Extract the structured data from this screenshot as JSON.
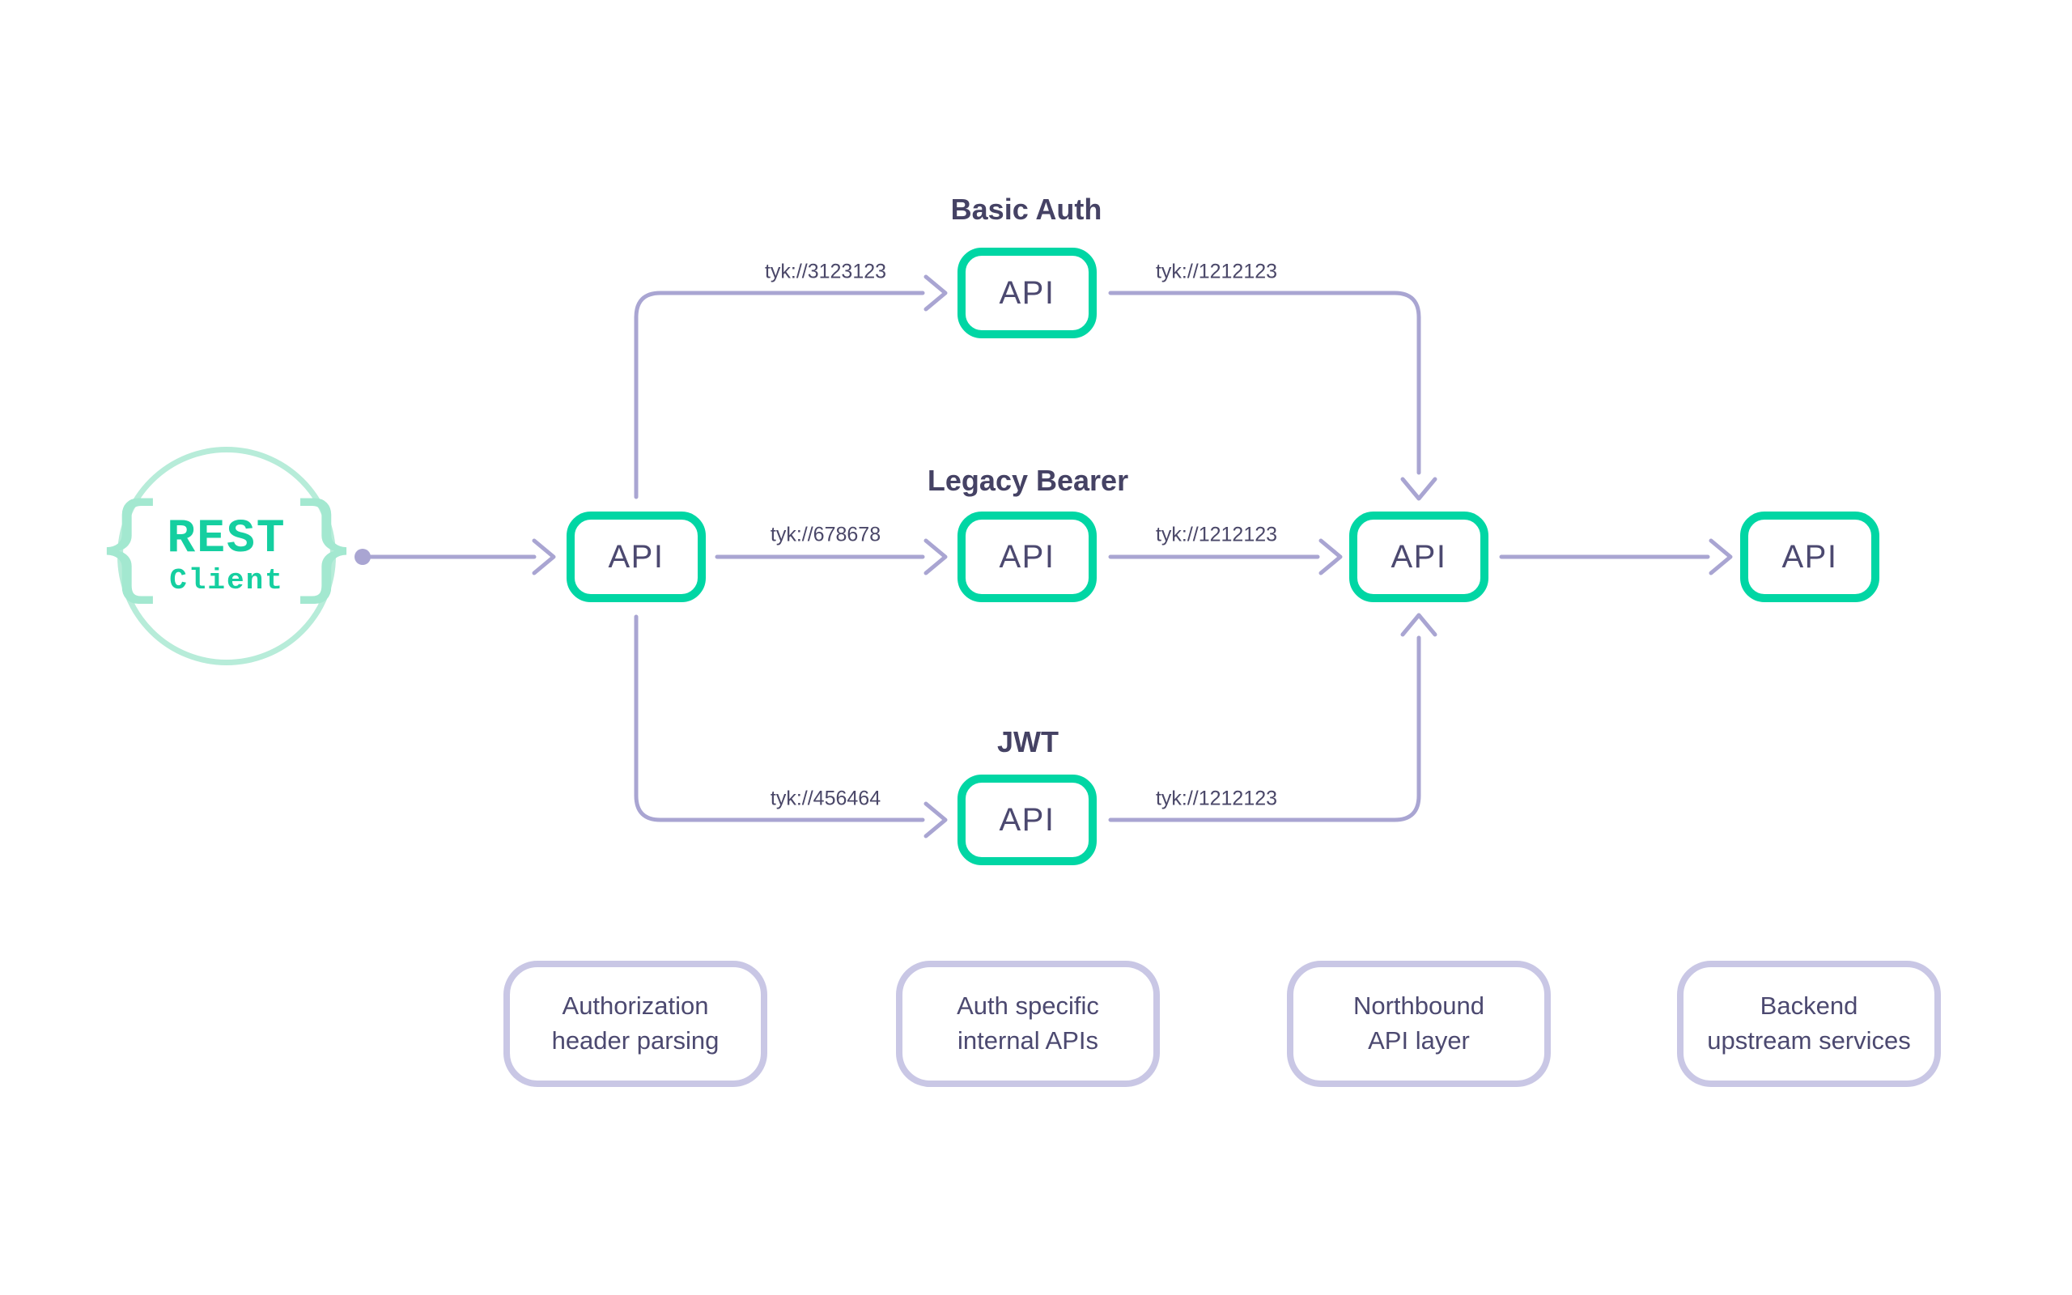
{
  "client": {
    "brace_open": "{",
    "brace_close": "}",
    "name_line1": "REST",
    "name_line2": "Client"
  },
  "auth_groups": {
    "basic_auth": "Basic Auth",
    "legacy_bearer": "Legacy Bearer",
    "jwt": "JWT"
  },
  "nodes": {
    "gateway_api": {
      "label": "API"
    },
    "basic_auth_api": {
      "label": "API"
    },
    "legacy_bearer_api": {
      "label": "API"
    },
    "jwt_api": {
      "label": "API"
    },
    "northbound_api": {
      "label": "API"
    },
    "backend_api": {
      "label": "API"
    }
  },
  "edge_labels": {
    "client_to_basic": "tyk://3123123",
    "client_to_legacy": "tyk://678678",
    "client_to_jwt": "tyk://456464",
    "basic_to_north": "tyk://1212123",
    "legacy_to_north": "tyk://1212123",
    "jwt_to_north": "tyk://1212123"
  },
  "captions": [
    {
      "line1": "Authorization",
      "line2": "header parsing"
    },
    {
      "line1": "Auth specific",
      "line2": "internal APIs"
    },
    {
      "line1": "Northbound",
      "line2": "API layer"
    },
    {
      "line1": "Backend",
      "line2": "upstream services"
    }
  ],
  "colors": {
    "api_node_border": "#00d6a4",
    "client_ring": "#b7ecd9",
    "client_text": "#15cfa0",
    "connector": "#a9a5d2",
    "caption_border": "#c9c7e5",
    "text_dark": "#4a4768"
  }
}
